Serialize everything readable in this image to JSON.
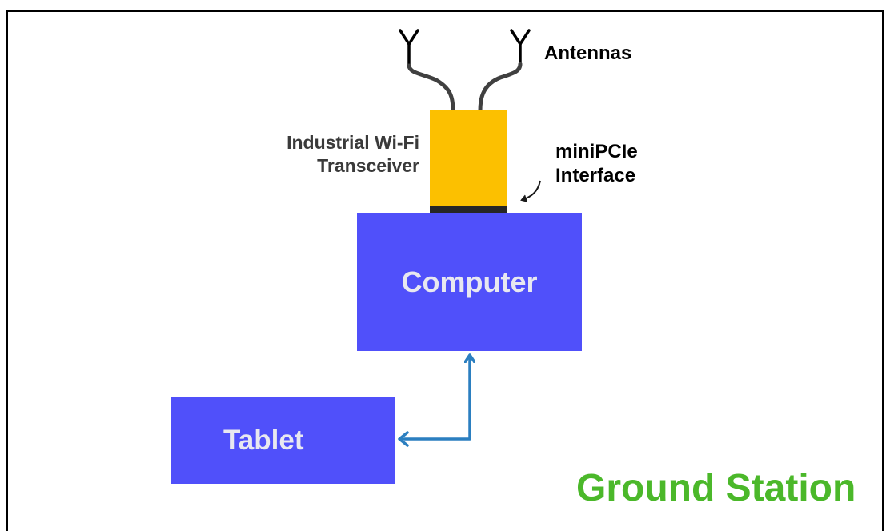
{
  "diagram": {
    "labels": {
      "antennas": "Antennas",
      "transceiver_line1": "Industrial Wi-Fi",
      "transceiver_line2": "Transceiver",
      "interface_line1": "miniPCIe",
      "interface_line2": "Interface",
      "station": "Ground Station"
    },
    "nodes": {
      "computer": "Computer",
      "tablet": "Tablet"
    },
    "colors": {
      "box_fill": "#5050fa",
      "box_text": "#e8e8f0",
      "transceiver_fill": "#fcc000",
      "connector_fill": "#262626",
      "link_arrow": "#2b7fc0",
      "station_text": "#4bb82a",
      "frame": "#000000"
    },
    "connections": [
      {
        "from": "tablet",
        "to": "computer",
        "style": "bidirectional-arrow"
      }
    ]
  }
}
